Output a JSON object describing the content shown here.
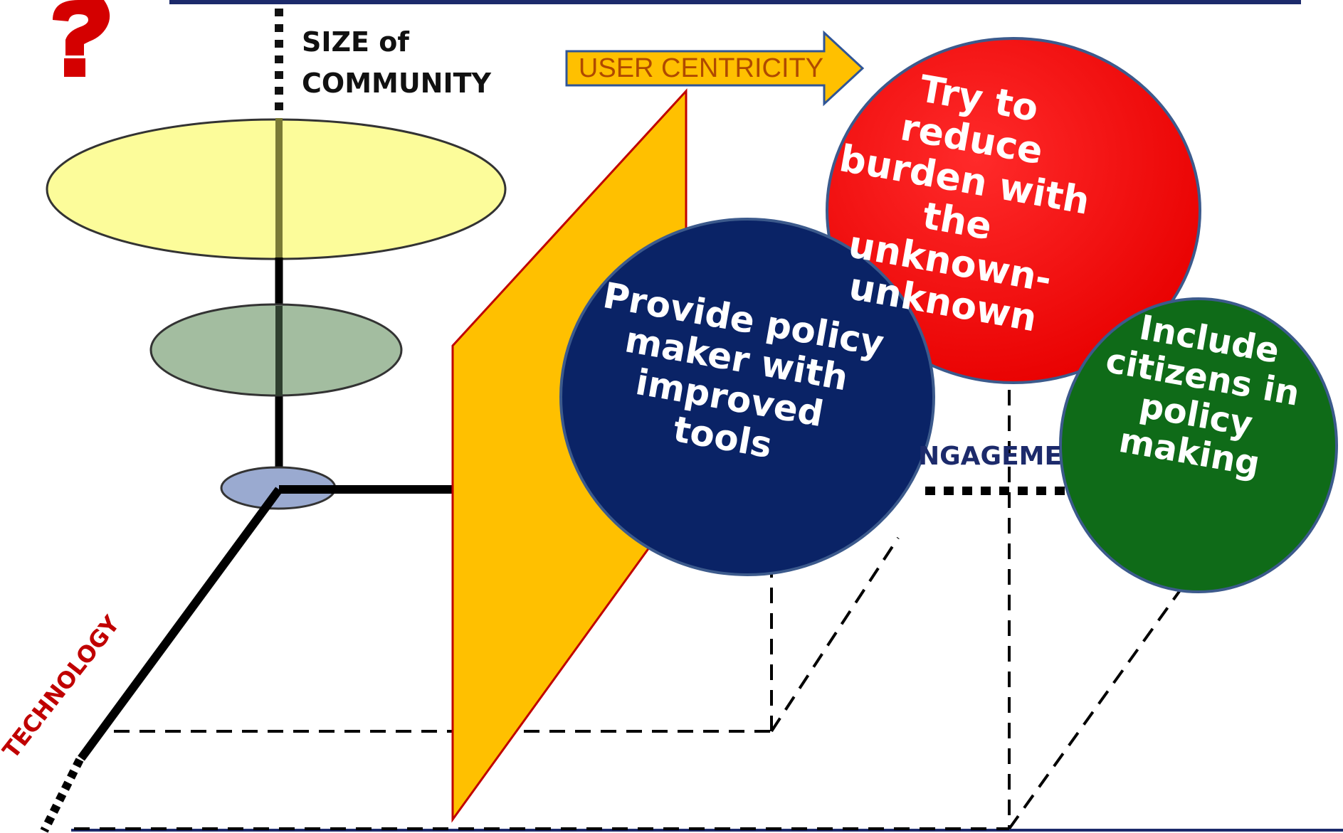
{
  "axes": {
    "size_label_line1": "SIZE of",
    "size_label_line2": "COMMUNITY",
    "user_centricity": "USER CENTRICITY",
    "engagement": "NGAGEME",
    "technology": "TECHNOLOGY"
  },
  "bubbles": {
    "red": [
      "Try to reduce",
      "burden with",
      "the unknown-",
      "unknown"
    ],
    "blue": [
      "Provide policy",
      "maker with",
      "improved tools"
    ],
    "green": [
      "Include",
      "citizens in",
      "policy",
      "making"
    ]
  },
  "colors": {
    "red_bubble": "#ff0000",
    "blue_bubble": "#0a2366",
    "green_bubble": "#0f6b18",
    "plane": "#ffc000",
    "arrow": "#ffc000",
    "top_ellipse": "#fcfc9a",
    "mid_ellipse": "#a3bda0",
    "small_ellipse": "#9aaad0",
    "header_bar": "#1c2a6b"
  },
  "icons": {
    "corner": "question-mark-icon"
  }
}
